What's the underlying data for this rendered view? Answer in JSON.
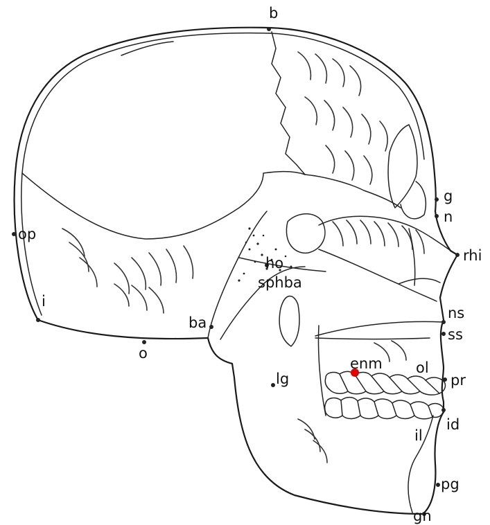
{
  "figure": {
    "highlight_color": "#e00000",
    "landmarks": {
      "b": "b",
      "g": "g",
      "n": "n",
      "rhi": "rhi",
      "op": "op",
      "i": "i",
      "o": "o",
      "ba": "ba",
      "ho": "ho",
      "sphba": "sphba",
      "ns": "ns",
      "ss": "ss",
      "enm": "enm",
      "ol": "ol",
      "pr": "pr",
      "lg": "lg",
      "id": "id",
      "il": "il",
      "pg": "pg",
      "gn": "gn"
    }
  }
}
